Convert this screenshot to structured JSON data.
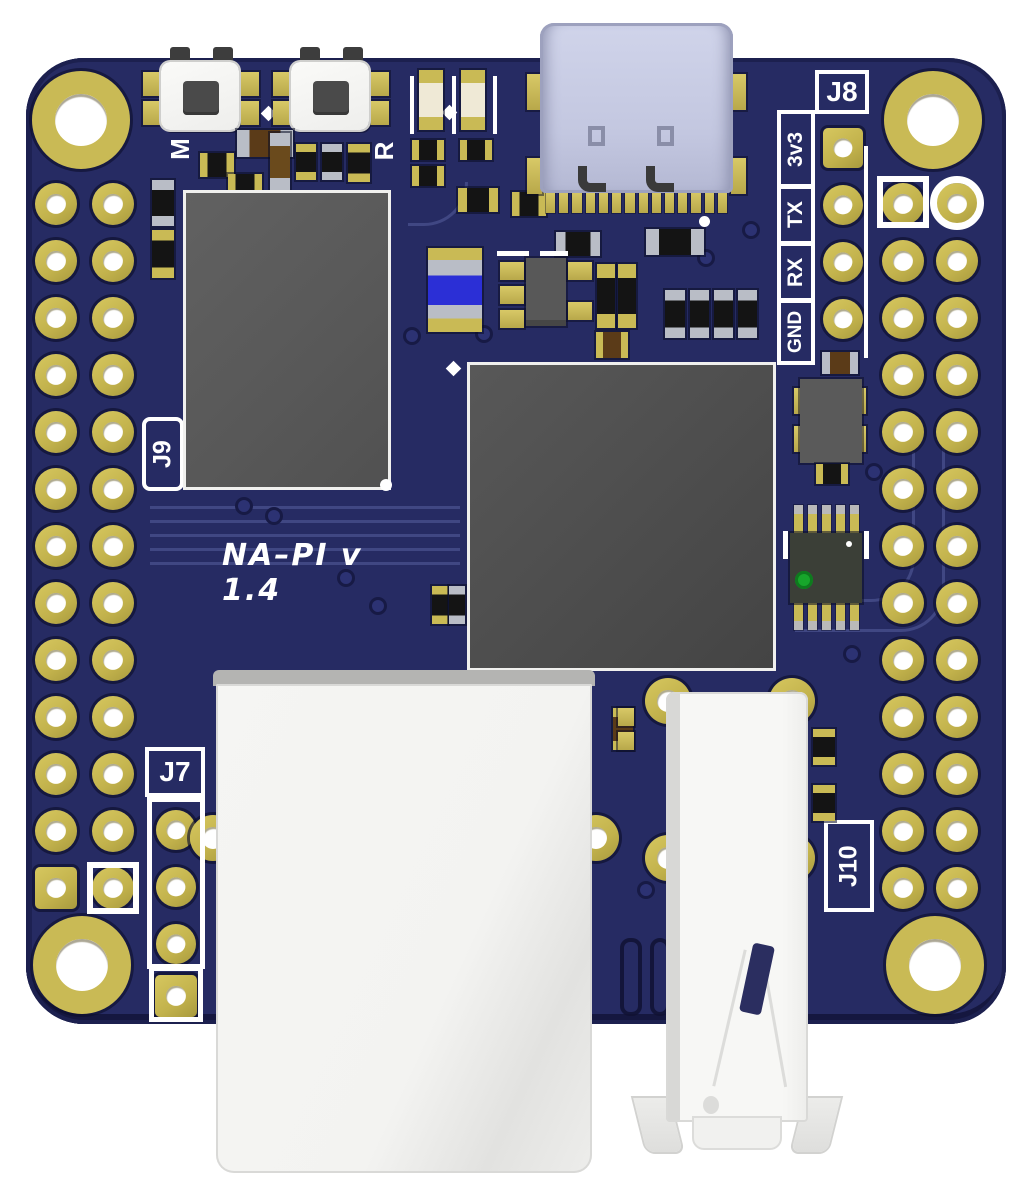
{
  "board": {
    "title": "NA–PI  v 1.4",
    "colors": {
      "soldermask": "#262b63",
      "silkscreen": "#ffffff",
      "pads_gold": "#c9ba55",
      "background": "#ffffff",
      "chip_gray": "#565656",
      "usb_c_body": "#c3c7e0",
      "connector_white": "#f3f3f1",
      "indicator_blue": "#2b2fd6",
      "logo_green": "#17a62b"
    }
  },
  "silkscreen": {
    "buttons": {
      "m": "M",
      "r": "R"
    },
    "headers": {
      "j8": {
        "label": "J8",
        "pins": [
          "3v3",
          "TX",
          "RX",
          "GND"
        ]
      },
      "j9": {
        "label": "J9"
      },
      "j7": {
        "label": "J7"
      },
      "j10": {
        "label": "J10"
      }
    }
  }
}
